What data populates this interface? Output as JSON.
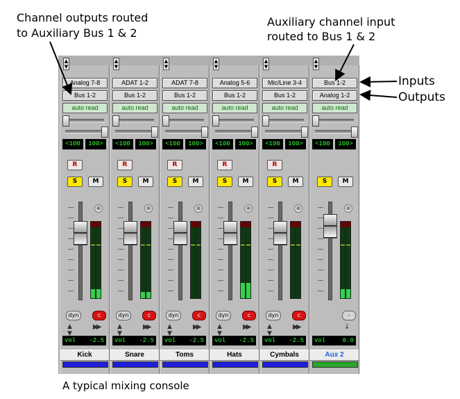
{
  "annotations": {
    "channel_outputs": [
      "Channel outputs routed",
      "to Auxiliary Bus 1 & 2"
    ],
    "aux_input": [
      "Auxiliary channel input",
      "routed to Bus 1 & 2"
    ],
    "inputs": "Inputs",
    "outputs": "Outputs"
  },
  "caption": "A typical mixing console",
  "strips": [
    {
      "name": "Kick",
      "input": "Analog 7-8",
      "output": "Bus 1-2",
      "automation": "auto read",
      "pan_left": "<100",
      "pan_right": "100>",
      "rec": "R",
      "solo": "S",
      "mute": "M",
      "dyn": "dyn",
      "c": "c",
      "vol_label": "vol",
      "vol": "-2.5",
      "meter_level": 0.12,
      "color": "#1e1edb"
    },
    {
      "name": "Snare",
      "input": "ADAT 1-2",
      "output": "Bus 1-2",
      "automation": "auto read",
      "pan_left": "<100",
      "pan_right": "100>",
      "rec": "R",
      "solo": "S",
      "mute": "M",
      "dyn": "dyn",
      "c": "c",
      "vol_label": "vol",
      "vol": "-2.5",
      "meter_level": 0.08,
      "color": "#1e1edb"
    },
    {
      "name": "Toms",
      "input": "ADAT 7-8",
      "output": "Bus 1-2",
      "automation": "auto read",
      "pan_left": "<100",
      "pan_right": "100>",
      "rec": "R",
      "solo": "S",
      "mute": "M",
      "dyn": "dyn",
      "c": "c",
      "vol_label": "vol",
      "vol": "-2.5",
      "meter_level": 0.0,
      "color": "#1e1edb"
    },
    {
      "name": "Hats",
      "input": "Analog 5-6",
      "output": "Bus 1-2",
      "automation": "auto read",
      "pan_left": "<100",
      "pan_right": "100>",
      "rec": "R",
      "solo": "S",
      "mute": "M",
      "dyn": "dyn",
      "c": "c",
      "vol_label": "vol",
      "vol": "-2.5",
      "meter_level": 0.2,
      "color": "#1e1edb"
    },
    {
      "name": "Cymbals",
      "input": "Mic/Line 3-4",
      "output": "Bus 1-2",
      "automation": "auto read",
      "pan_left": "<100",
      "pan_right": "100>",
      "rec": "R",
      "solo": "S",
      "mute": "M",
      "dyn": "dyn",
      "c": "c",
      "vol_label": "vol",
      "vol": "-2.5",
      "meter_level": 0.0,
      "color": "#1e1edb"
    },
    {
      "name": "Aux 2",
      "input": "Bus 1-2",
      "output": "Analog 1-2",
      "automation": "auto read",
      "pan_left": "<100",
      "pan_right": "100>",
      "solo": "S",
      "mute": "M",
      "c": "-",
      "vol_label": "vol",
      "vol": "0.0",
      "meter_level": 0.12,
      "color": "#2aa52a",
      "name_color": "#1e5fd6"
    }
  ]
}
